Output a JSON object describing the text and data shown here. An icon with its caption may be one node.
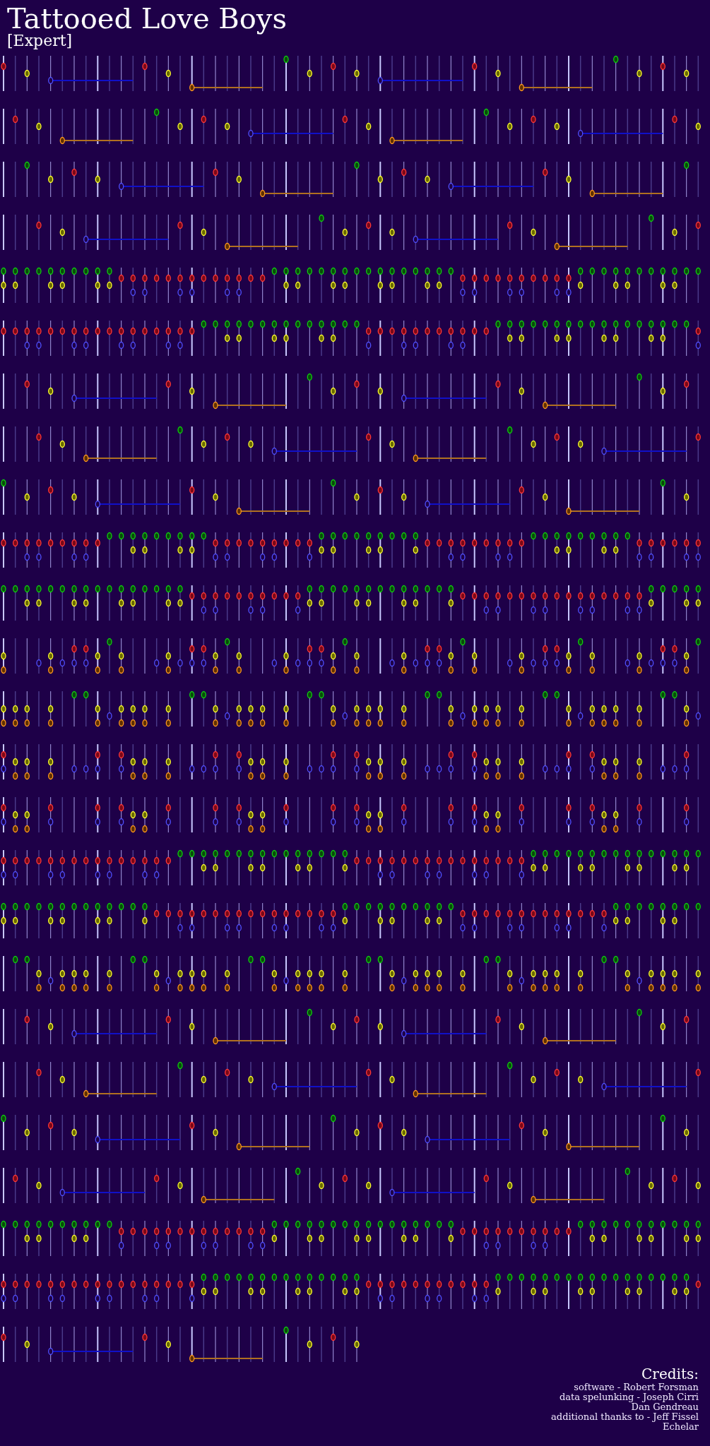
{
  "diagram": {
    "title": "Tattooed Love Boys",
    "labels": [
      "[Expert]",
      "Credits:",
      "software - Robert Forsman",
      "data spelunking - Joseph Cirri",
      "Dan Gendreau",
      "additional thanks to - Jeff Fissel",
      "Echelar"
    ]
  }
}
